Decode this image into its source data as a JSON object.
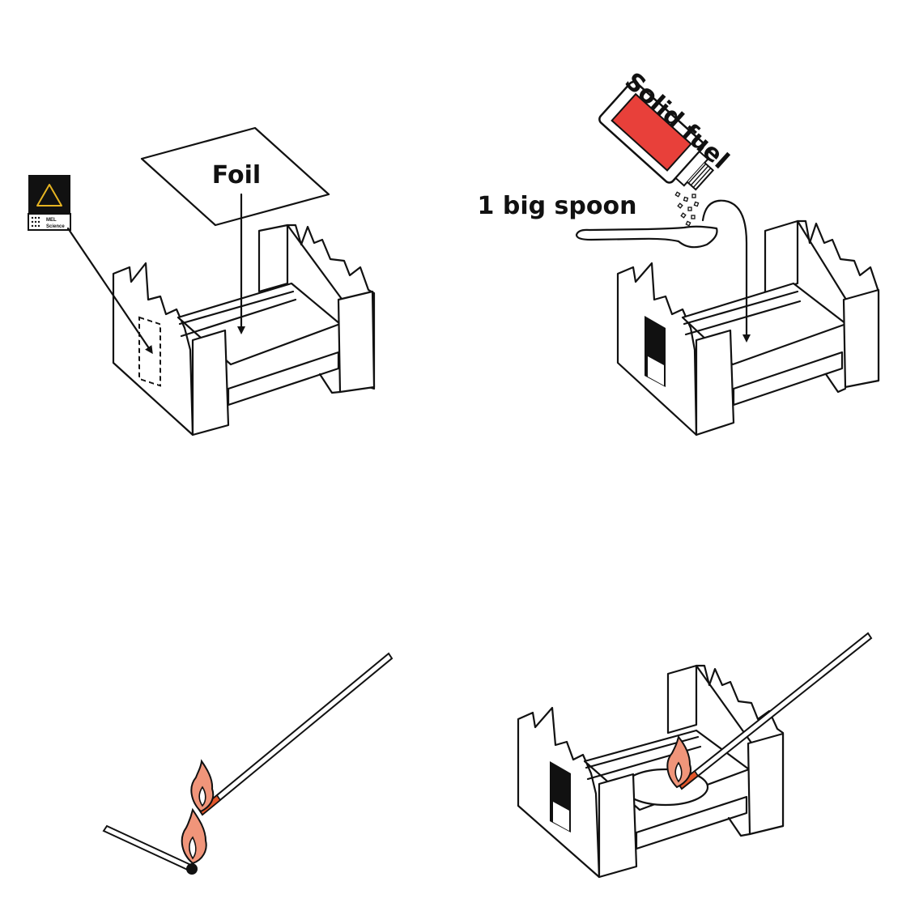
{
  "labels": {
    "foil": "Foil",
    "spoon": "1 big spoon",
    "fuel": "Solid fuel"
  },
  "logo": {
    "line1": "MEL",
    "line2": "Science"
  },
  "colors": {
    "fuel_jar": "#e8403a",
    "flame": "#f0957a",
    "match_head": "#e2562a",
    "outline": "#111111",
    "logo_accent": "#e6b422"
  },
  "icons": [
    "mel-science-logo-icon",
    "flame-icon",
    "arrow-icon",
    "fuel-jar-icon",
    "spoon-icon",
    "match-icon"
  ]
}
